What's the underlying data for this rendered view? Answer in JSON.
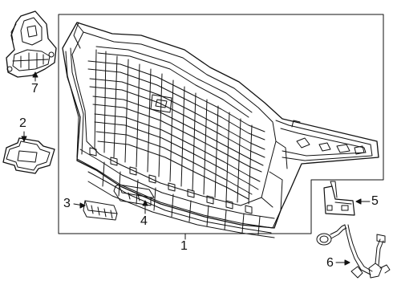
{
  "diagram": {
    "type": "exploded parts diagram",
    "colors": {
      "line": "#111111",
      "background": "#ffffff"
    },
    "callouts": [
      {
        "id": "c1",
        "label": "1"
      },
      {
        "id": "c2",
        "label": "2"
      },
      {
        "id": "c3",
        "label": "3"
      },
      {
        "id": "c4",
        "label": "4"
      },
      {
        "id": "c5",
        "label": "5"
      },
      {
        "id": "c6",
        "label": "6"
      },
      {
        "id": "c7",
        "label": "7"
      }
    ]
  }
}
